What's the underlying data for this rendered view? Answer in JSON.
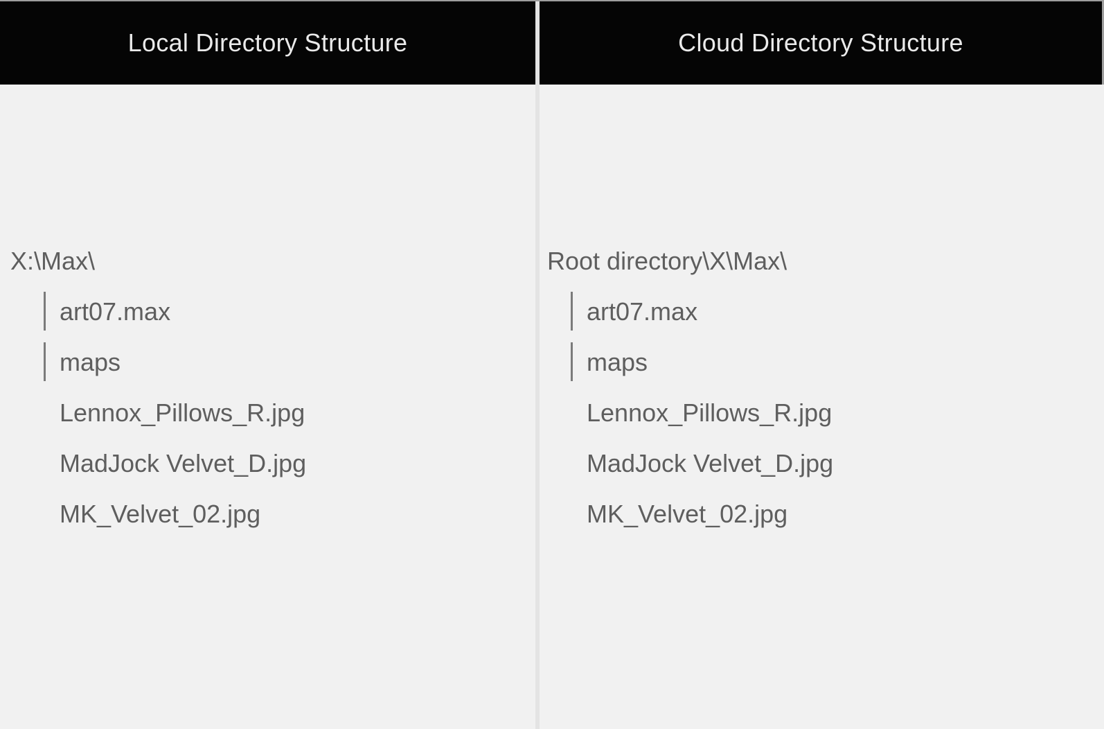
{
  "panels": [
    {
      "id": "local",
      "header": "Local Directory Structure",
      "tree": [
        {
          "type": "root",
          "label": "X:\\Max\\"
        },
        {
          "type": "branch",
          "label": "art07.max"
        },
        {
          "type": "branch",
          "label": "maps"
        },
        {
          "type": "file",
          "label": "Lennox_Pillows_R.jpg"
        },
        {
          "type": "file",
          "label": "MadJock Velvet_D.jpg"
        },
        {
          "type": "file",
          "label": "MK_Velvet_02.jpg"
        }
      ]
    },
    {
      "id": "cloud",
      "header": "Cloud Directory Structure",
      "tree": [
        {
          "type": "root",
          "label": "Root directory\\X\\Max\\"
        },
        {
          "type": "branch",
          "label": "art07.max"
        },
        {
          "type": "branch",
          "label": "maps"
        },
        {
          "type": "file",
          "label": "Lennox_Pillows_R.jpg"
        },
        {
          "type": "file",
          "label": "MadJock Velvet_D.jpg"
        },
        {
          "type": "file",
          "label": "MK_Velvet_02.jpg"
        }
      ]
    }
  ],
  "colors": {
    "header_bg": "#050505",
    "header_text": "#eaeaea",
    "tree_text": "#5e5e5e",
    "branch_bar": "#7b7b7b",
    "panel_bg": "#f1f1f1",
    "divider": "#e4e4e4",
    "top_edge": "#9e9e9e"
  }
}
